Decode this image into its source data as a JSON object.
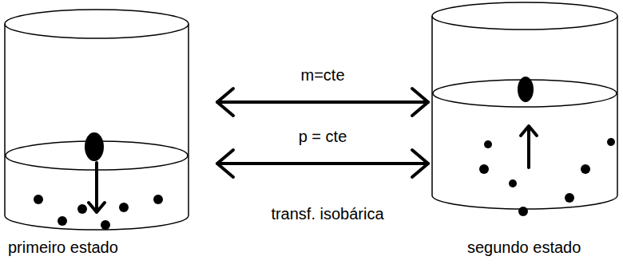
{
  "diagram": {
    "nodes": [
      {
        "text": [
          "primeiro estado"
        ]
      },
      {
        "text": [
          "segundo estado"
        ]
      }
    ],
    "edges": [
      {
        "from": 0,
        "to": 1,
        "arrow": "both",
        "label": "m=cte"
      },
      {
        "from": 0,
        "to": 1,
        "arrow": "both",
        "label": "p = cte"
      }
    ],
    "labels": [
      "transf. isobárica"
    ]
  }
}
